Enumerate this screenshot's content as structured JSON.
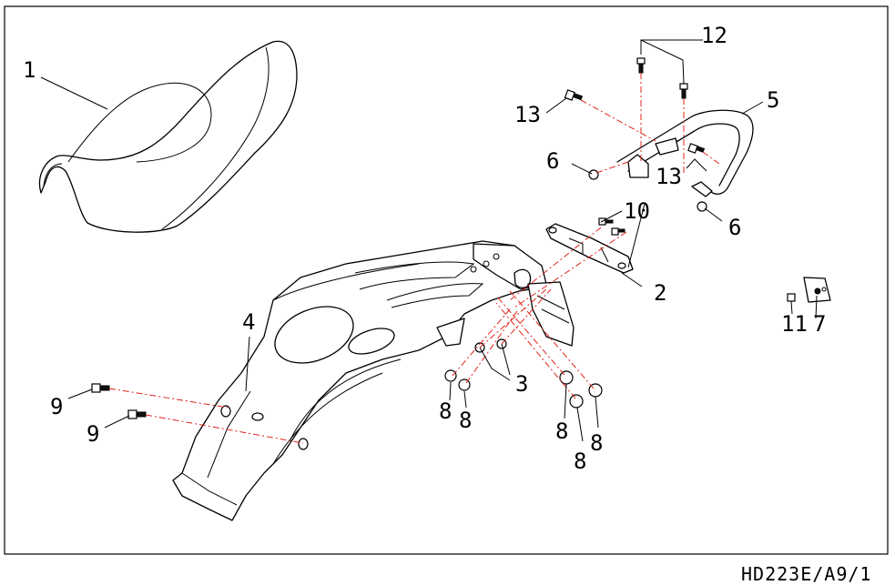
{
  "drawing_code": "HD223E/A9/1",
  "callouts": {
    "seat": "1",
    "holder": "2",
    "washer": "3",
    "rear_fender": "4",
    "carrier": "5",
    "cap_upper": "6",
    "cap_lower": "6",
    "clip": "7",
    "nut_a": "8",
    "nut_b": "8",
    "nut_c": "8",
    "nut_d": "8",
    "nut_e": "8",
    "bolt_upper": "9",
    "bolt_lower": "9",
    "bolt_holder": "10",
    "nut_small": "11",
    "bolt_carrier": "12",
    "bolt_left": "13",
    "bolt_right": "13"
  }
}
